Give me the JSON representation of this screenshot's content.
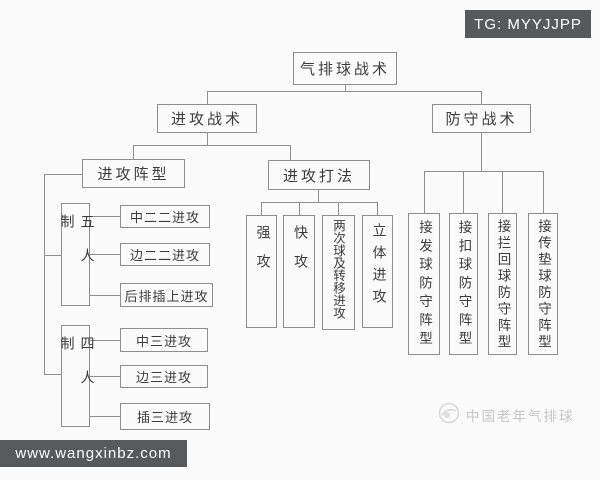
{
  "header": {
    "tg_label": "TG: MYYJJPP"
  },
  "footer": {
    "url_label": "www.wangxinbz.com",
    "watermark_text": "中国老年气排球"
  },
  "colors": {
    "background": "#fbfbfb",
    "line": "#8f8f8f",
    "text": "#3c3c3c",
    "label_bar_bg": "#58595b",
    "label_bar_text": "#ffffff",
    "watermark": "#c6c6c6"
  },
  "diagram": {
    "root": "气排球战术",
    "attack": {
      "label": "进攻战术",
      "formation": {
        "label": "进攻阵型",
        "five": {
          "label": "五人制",
          "items": [
            "中二二进攻",
            "边二二进攻",
            "后排插上进攻"
          ]
        },
        "four": {
          "label": "四人制",
          "items": [
            "中三进攻",
            "边三进攻",
            "插三进攻"
          ]
        }
      },
      "methods": {
        "label": "进攻打法",
        "items": [
          "强攻",
          "快攻",
          "两次球及转移进攻",
          "立体进攻"
        ]
      }
    },
    "defense": {
      "label": "防守战术",
      "items": [
        "接发球防守阵型",
        "接扣球防守阵型",
        "接拦回球防守阵型",
        "接传垫球防守阵型"
      ]
    }
  }
}
